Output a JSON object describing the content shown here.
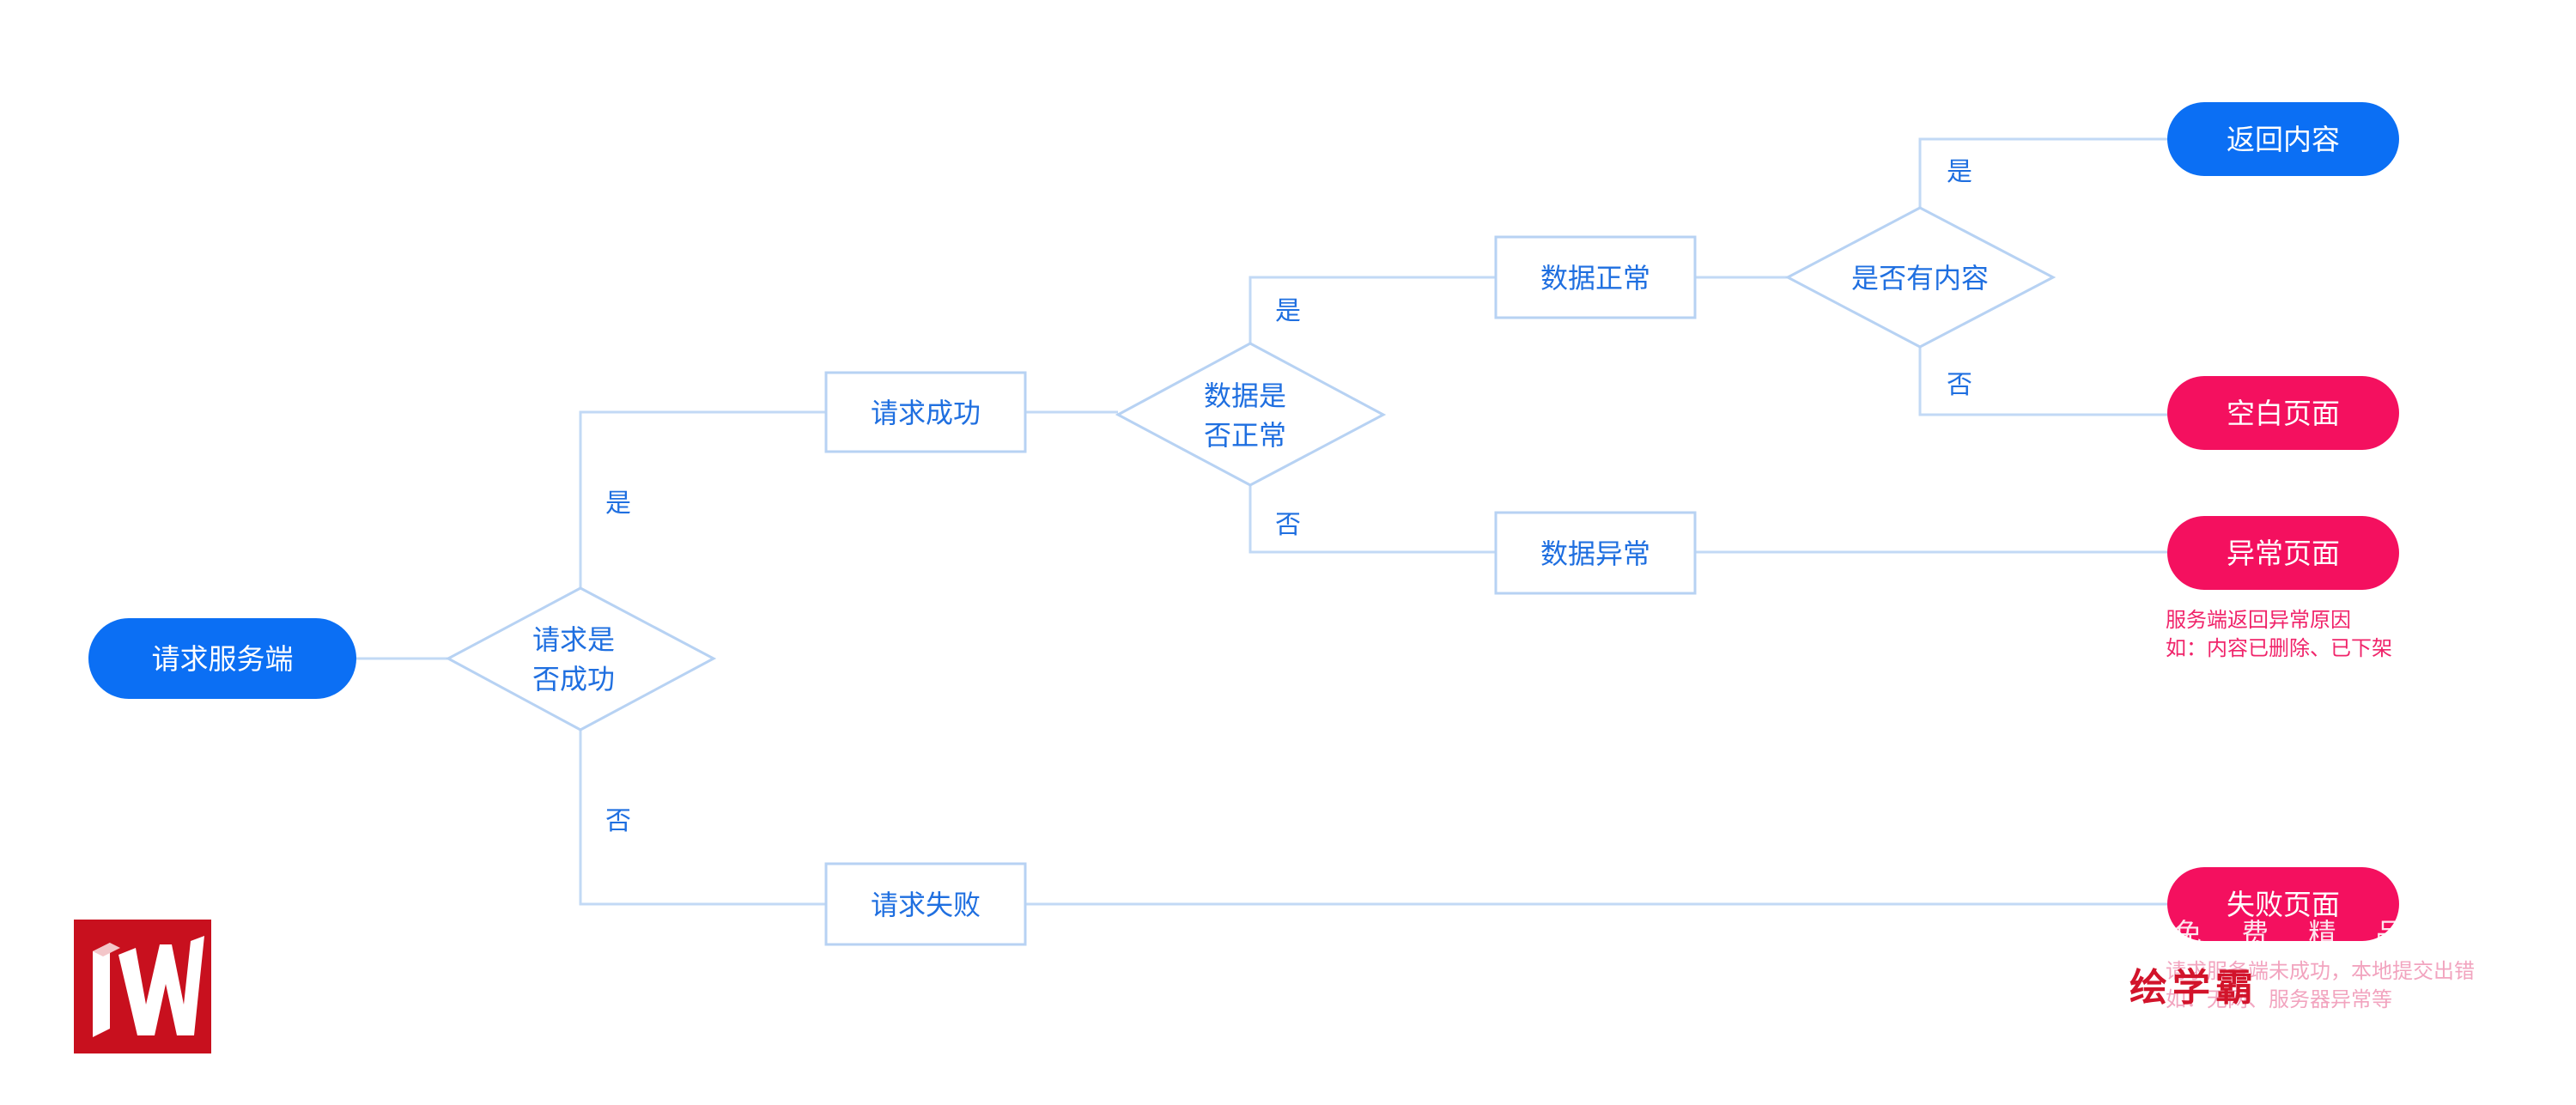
{
  "nodes": {
    "start": "请求服务端",
    "d_success": [
      "请求是",
      "否成功"
    ],
    "req_ok": "请求成功",
    "req_fail": "请求失败",
    "d_normal": [
      "数据是",
      "否正常"
    ],
    "data_ok": "数据正常",
    "data_err": "数据异常",
    "d_content": "是否有内容",
    "return_content": "返回内容",
    "blank_page": "空白页面",
    "error_page": "异常页面",
    "fail_page": "失败页面"
  },
  "edge_labels": {
    "success_yes": "是",
    "success_no": "否",
    "normal_yes": "是",
    "normal_no": "否",
    "content_yes": "是",
    "content_no": "否"
  },
  "notes": {
    "error_page": [
      "服务端返回异常原因",
      "如：内容已删除、已下架"
    ],
    "fail_page": [
      "请求服务端未成功，本地提交出错",
      "如：无网、服务器异常等"
    ]
  },
  "watermark": {
    "brand": "绘学霸",
    "tagline": "免 费 精 品",
    "logo_letter": "W"
  },
  "colors": {
    "primary_blue": "#0b6ff4",
    "alert_pink": "#f4105f",
    "line": "#c2d9f5",
    "text_blue": "#1f6fe0",
    "logo_red": "#c8101e"
  }
}
